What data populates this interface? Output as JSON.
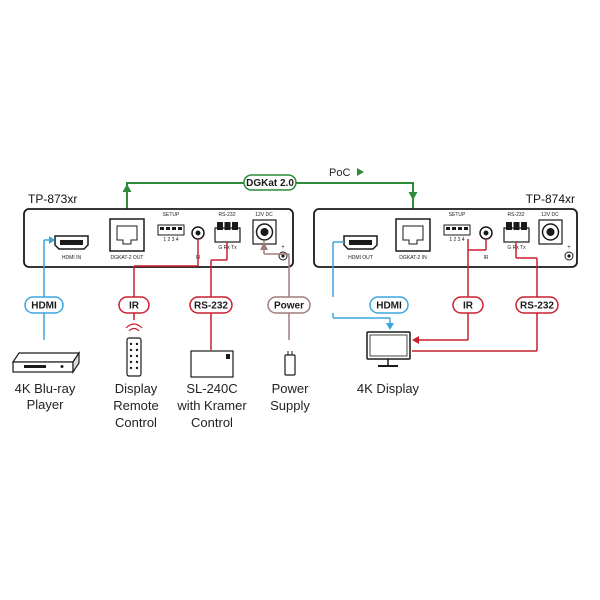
{
  "colors": {
    "hdmi": "#3aa6dd",
    "ir": "#c8202f",
    "rs232": "#c8202f",
    "power": "#a07c7c",
    "dgkat": "#2e8b3a",
    "device_outline": "#1a1a1a"
  },
  "devices": {
    "left": {
      "model": "TP-873xr",
      "ports": {
        "hdmi": "HDMI IN",
        "dgkat": "DGKAT-2 OUT",
        "setup": "SETUP",
        "setup_pins": "1 2 3 4",
        "ir": "IR",
        "rs232": "RS-232",
        "rs232_pins": "G Rx Tx",
        "power": "12V DC"
      }
    },
    "right": {
      "model": "TP-874xr",
      "ports": {
        "hdmi": "HDMI OUT",
        "dgkat": "DGKAT-2 IN",
        "setup": "SETUP",
        "setup_pins": "1 2 3 4",
        "ir": "IR",
        "rs232": "RS-232",
        "rs232_pins": "G Rx Tx",
        "power": "12V DC"
      }
    }
  },
  "link": {
    "cable": "DGKat 2.0",
    "poc": "PoC"
  },
  "pills": {
    "left_hdmi": "HDMI",
    "left_ir": "IR",
    "left_rs232": "RS-232",
    "left_power": "Power",
    "right_hdmi": "HDMI",
    "right_ir": "IR",
    "right_rs232": "RS-232"
  },
  "endpoints": {
    "bluray": [
      "4K Blu-ray",
      "Player"
    ],
    "remote": [
      "Display",
      "Remote",
      "Control"
    ],
    "sl240c": [
      "SL-240C",
      "with Kramer",
      "Control"
    ],
    "power_supply": [
      "Power",
      "Supply"
    ],
    "display": [
      "4K Display"
    ]
  },
  "icons": {
    "bluray": "bluray-player-icon",
    "remote": "ir-remote-icon",
    "sl240c": "control-panel-icon",
    "power_supply": "power-supply-icon",
    "display": "monitor-icon",
    "poc_arrow": "arrow-right-icon"
  }
}
